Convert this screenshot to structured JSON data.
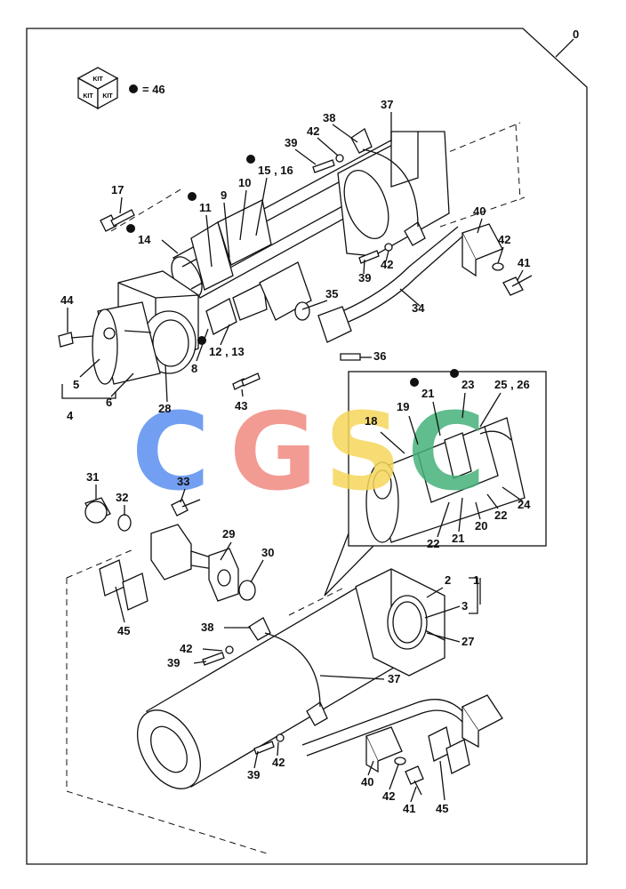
{
  "kit": {
    "box_text": "KIT",
    "note": "= 46"
  },
  "corner_ref": "0",
  "watermark": {
    "letters": [
      "C",
      "G",
      "S",
      "C"
    ],
    "colors": [
      "#5b8ef0",
      "#f08a80",
      "#f5d65a",
      "#45b07a"
    ]
  },
  "callouts": [
    {
      "id": "c0",
      "text": "17"
    },
    {
      "id": "c1",
      "text": "14",
      "dot": true
    },
    {
      "id": "c2",
      "text": "11",
      "dot": true
    },
    {
      "id": "c3",
      "text": "9"
    },
    {
      "id": "c4",
      "text": "10"
    },
    {
      "id": "c5",
      "text": "15 , 16",
      "dot": true
    },
    {
      "id": "c6",
      "text": "39"
    },
    {
      "id": "c7",
      "text": "42"
    },
    {
      "id": "c8",
      "text": "38"
    },
    {
      "id": "c9",
      "text": "37"
    },
    {
      "id": "c10",
      "text": "40"
    },
    {
      "id": "c11",
      "text": "42"
    },
    {
      "id": "c12",
      "text": "41"
    },
    {
      "id": "c13",
      "text": "42"
    },
    {
      "id": "c14",
      "text": "39"
    },
    {
      "id": "c15",
      "text": "35"
    },
    {
      "id": "c16",
      "text": "34"
    },
    {
      "id": "c17",
      "text": "36"
    },
    {
      "id": "c18",
      "text": "44"
    },
    {
      "id": "c19",
      "text": "5"
    },
    {
      "id": "c20",
      "text": "6"
    },
    {
      "id": "c21",
      "text": "4"
    },
    {
      "id": "c22",
      "text": "28",
      "color": "#2c5fc7"
    },
    {
      "id": "c23",
      "text": "8"
    },
    {
      "id": "c24",
      "text": "12 , 13",
      "dot": true
    },
    {
      "id": "c25",
      "text": "43"
    },
    {
      "id": "c26",
      "text": "21",
      "dot": true
    },
    {
      "id": "c27",
      "text": "23",
      "dot": true
    },
    {
      "id": "c28",
      "text": "25 , 26"
    },
    {
      "id": "c29",
      "text": "19"
    },
    {
      "id": "c30",
      "text": "18",
      "color": "#b07a10"
    },
    {
      "id": "c31",
      "text": "24"
    },
    {
      "id": "c32",
      "text": "22"
    },
    {
      "id": "c33",
      "text": "21"
    },
    {
      "id": "c34",
      "text": "20"
    },
    {
      "id": "c35",
      "text": "22"
    },
    {
      "id": "c36",
      "text": "31"
    },
    {
      "id": "c37",
      "text": "32"
    },
    {
      "id": "c38",
      "text": "33",
      "color": "#2c5fc7"
    },
    {
      "id": "c39",
      "text": "29"
    },
    {
      "id": "c40",
      "text": "30"
    },
    {
      "id": "c41",
      "text": "45"
    },
    {
      "id": "c42",
      "text": "2"
    },
    {
      "id": "c43",
      "text": "1"
    },
    {
      "id": "c44",
      "text": "3"
    },
    {
      "id": "c45",
      "text": "27"
    },
    {
      "id": "c46",
      "text": "38"
    },
    {
      "id": "c47",
      "text": "42"
    },
    {
      "id": "c48",
      "text": "39"
    },
    {
      "id": "c49",
      "text": "37"
    },
    {
      "id": "c50",
      "text": "39"
    },
    {
      "id": "c51",
      "text": "42"
    },
    {
      "id": "c52",
      "text": "40"
    },
    {
      "id": "c53",
      "text": "42"
    },
    {
      "id": "c54",
      "text": "41"
    },
    {
      "id": "c55",
      "text": "45"
    }
  ]
}
